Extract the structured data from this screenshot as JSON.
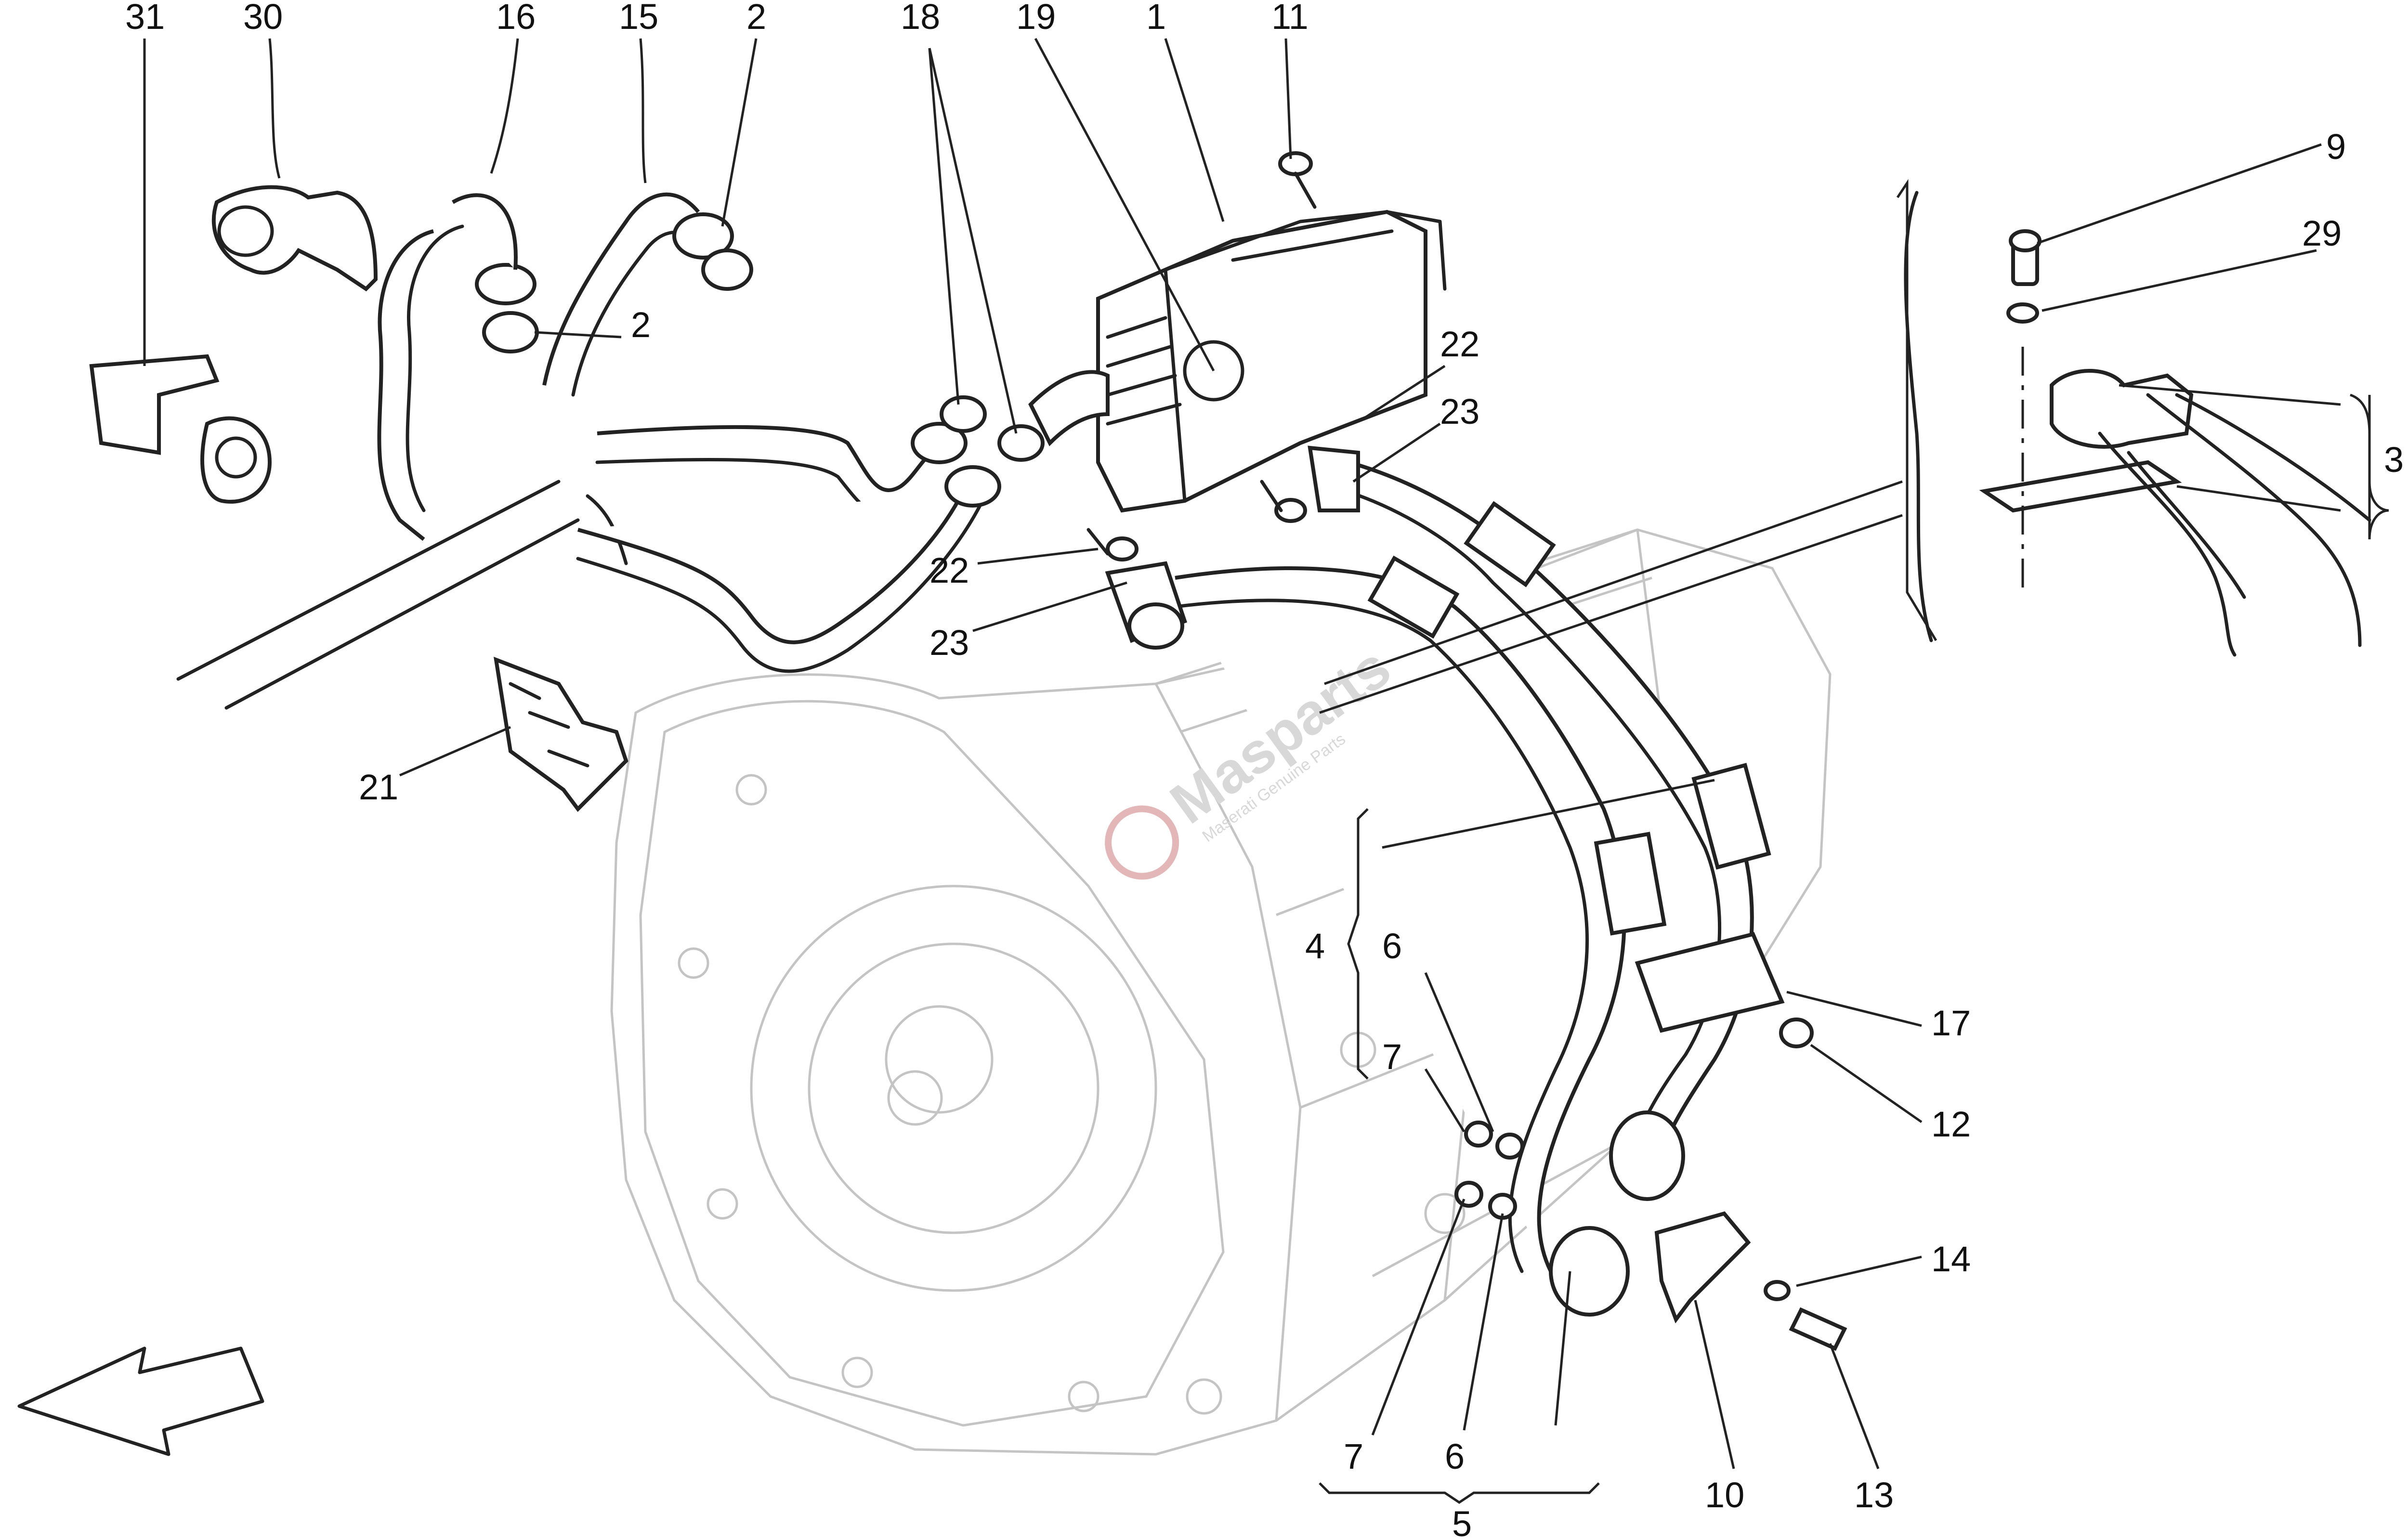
{
  "watermark": {
    "brand": "Masparts",
    "tagline": "Maserati Genuine Parts"
  },
  "callouts": [
    {
      "label": "31"
    },
    {
      "label": "30"
    },
    {
      "label": "16"
    },
    {
      "label": "15"
    },
    {
      "label": "2"
    },
    {
      "label": "18"
    },
    {
      "label": "19"
    },
    {
      "label": "1"
    },
    {
      "label": "11"
    },
    {
      "label": "9"
    },
    {
      "label": "29"
    },
    {
      "label": "2"
    },
    {
      "label": "22"
    },
    {
      "label": "23"
    },
    {
      "label": "3"
    },
    {
      "label": "22"
    },
    {
      "label": "23"
    },
    {
      "label": "21"
    },
    {
      "label": "4"
    },
    {
      "label": "6"
    },
    {
      "label": "17"
    },
    {
      "label": "7"
    },
    {
      "label": "12"
    },
    {
      "label": "14"
    },
    {
      "label": "7"
    },
    {
      "label": "6"
    },
    {
      "label": "10"
    },
    {
      "label": "13"
    },
    {
      "label": "5"
    }
  ]
}
